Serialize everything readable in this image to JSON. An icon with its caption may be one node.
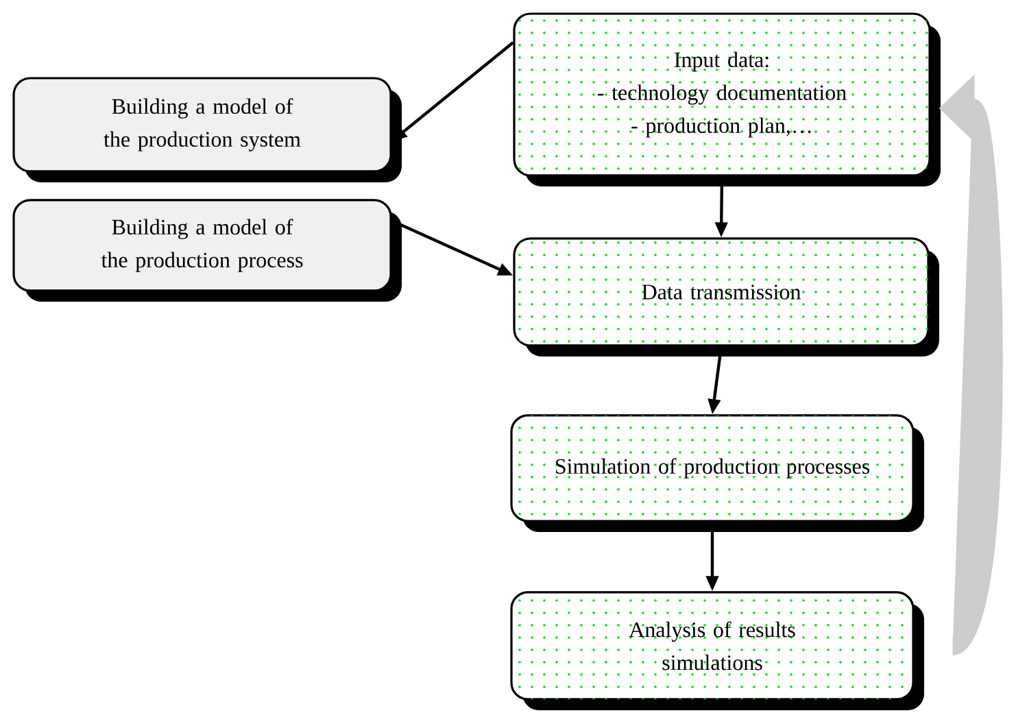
{
  "diagram": {
    "nodes": [
      {
        "text": [
          "Input data:",
          "- technology documentation",
          "- production plan,…"
        ]
      },
      {
        "text": [
          "Building a model of the production system"
        ]
      },
      {
        "text": [
          "Building a model of the production process"
        ]
      },
      {
        "text": [
          "Data transmission"
        ]
      },
      {
        "text": [
          "Simulation of production processes"
        ]
      },
      {
        "text": [
          "Analysis of results simulations"
        ]
      }
    ],
    "edges": [
      {
        "from": 0,
        "to": 1,
        "arrow": "to"
      },
      {
        "from": 2,
        "to": 3,
        "arrow": "to"
      },
      {
        "from": 0,
        "to": 3,
        "arrow": "to"
      },
      {
        "from": 3,
        "to": 4,
        "arrow": "to"
      },
      {
        "from": 4,
        "to": 5,
        "arrow": "to"
      },
      {
        "from": 5,
        "to": 0,
        "arrow": "to",
        "style": "thick",
        "color": "#cccccc"
      }
    ]
  }
}
